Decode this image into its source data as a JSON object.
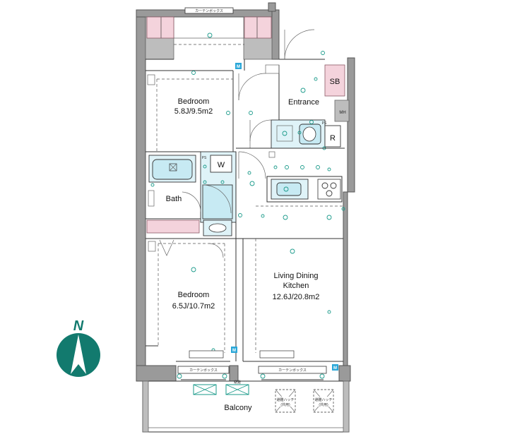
{
  "rooms": {
    "bedroom1": {
      "name": "Bedroom",
      "size": "5.8J/9.5m2"
    },
    "bedroom2": {
      "name": "Bedroom",
      "size": "6.5J/10.7m2"
    },
    "ldk": {
      "line1": "Living Dining",
      "line2": "Kitchen",
      "size": "12.6J/20.8m2"
    },
    "entrance": "Entrance",
    "bath": "Bath",
    "balcony": "Balcony"
  },
  "labels": {
    "sb": "SB",
    "w": "W",
    "r": "R",
    "mh": "MH",
    "ps1": "PS",
    "ps2": "PS",
    "m1": "M",
    "m2": "M",
    "m3": "M",
    "curtain_top": "カーテンボックス",
    "curtain_bottom_left": "カーテンボックス",
    "curtain_bottom_right": "カーテンボックス",
    "rain": "避難",
    "hatch1_line1": "避難ハッチ",
    "hatch1_line2": "(共用)",
    "hatch2_line1": "避難ハッチ",
    "hatch2_line2": "(共用)"
  },
  "compass": {
    "label": "N",
    "color": "#127a6e"
  },
  "colors": {
    "wall": "#9a9a9a",
    "closet_fill": "#f4d3dc",
    "wet_area_fill": "#dff3f8",
    "fixture_icon": "#1a9a8a",
    "meter_box": "#2aa7d8"
  }
}
